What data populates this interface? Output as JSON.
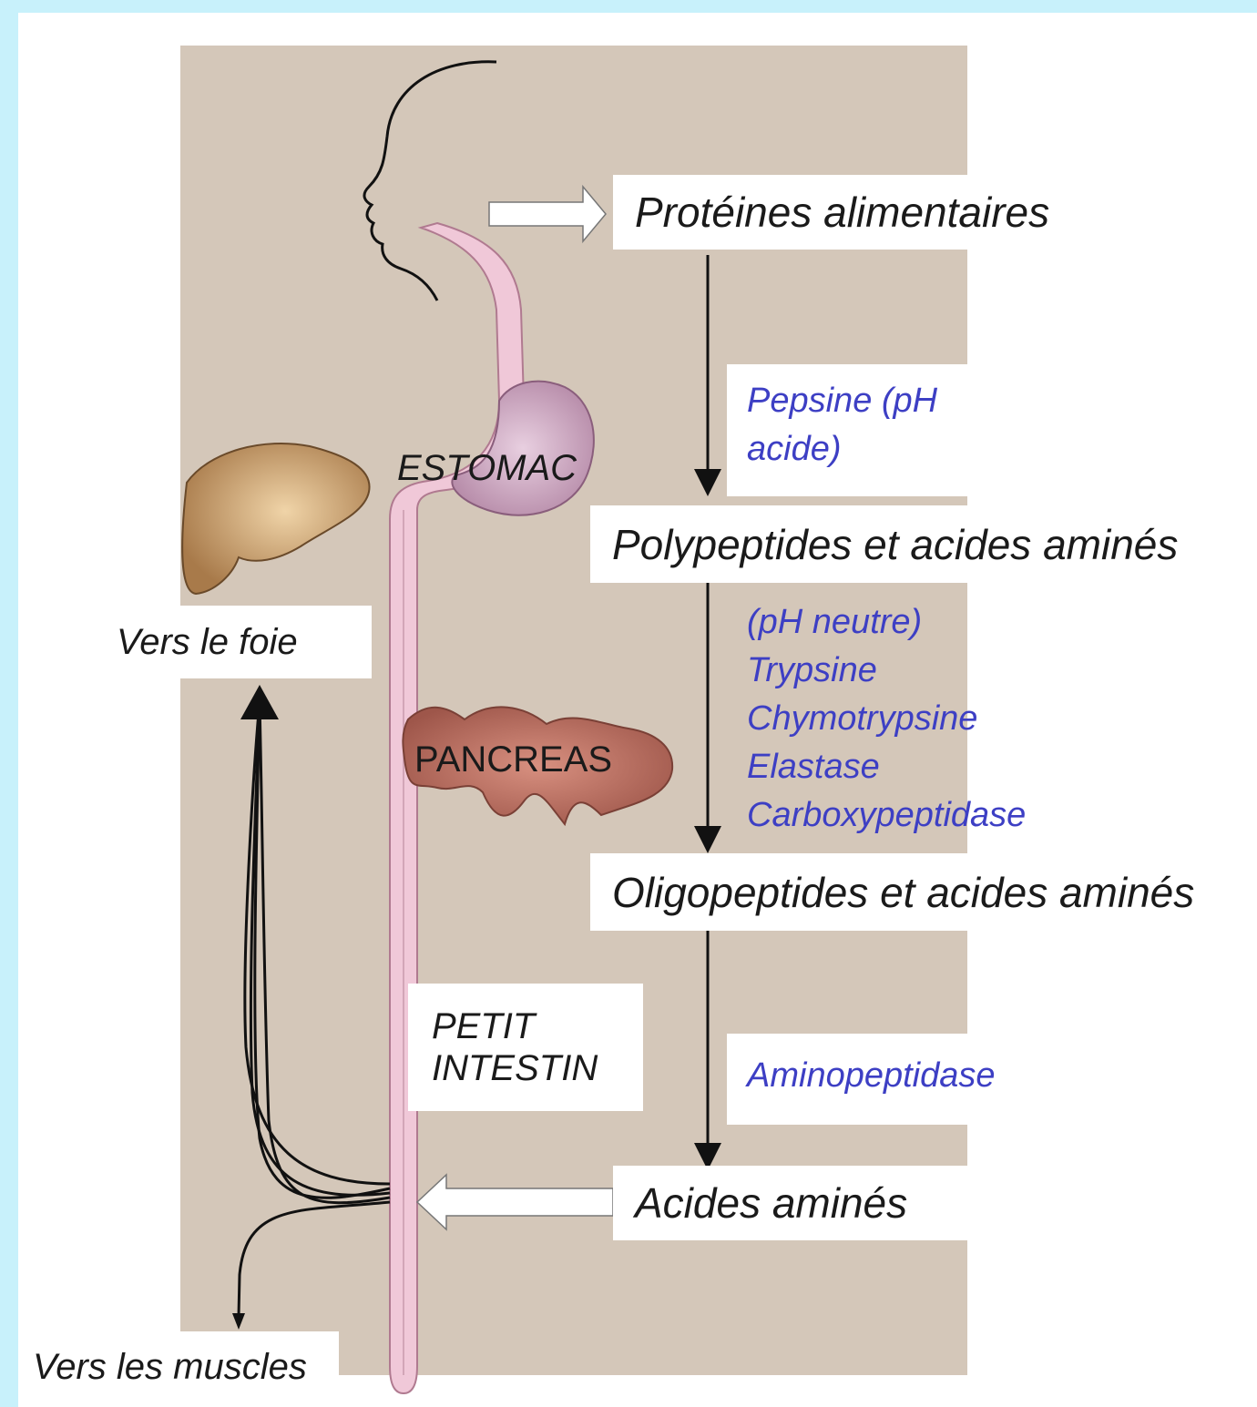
{
  "diagram": {
    "steps": [
      "Protéines alimentaires",
      "Polypeptides et acides aminés",
      "Oligopeptides et acides aminés",
      "Acides aminés"
    ],
    "enzymes": {
      "stomach": [
        "Pepsine (pH",
        "acide)"
      ],
      "pancreas": [
        "(pH neutre)",
        "Trypsine",
        "Chymotrypsine",
        "Elastase",
        "Carboxypeptidase"
      ],
      "intestine": [
        "Aminopeptidase"
      ]
    },
    "organs": {
      "stomach": "ESTOMAC",
      "pancreas": "PANCREAS",
      "intestine": [
        "PETIT",
        "INTESTIN"
      ]
    },
    "destinations": {
      "liver": "Vers le foie",
      "muscles": "Vers les muscles"
    },
    "colors": {
      "background": "#c8f1fb",
      "panel": "#d4c7b9",
      "enzyme_text": "#3d3fc4",
      "stomach": "#c89ab8",
      "liver": "#a87a4a",
      "pancreas": "#b56a5e",
      "gut_tube": "#f0c8d8"
    },
    "icons": [
      "head-profile-icon",
      "liver-icon",
      "stomach-icon",
      "pancreas-icon"
    ]
  }
}
